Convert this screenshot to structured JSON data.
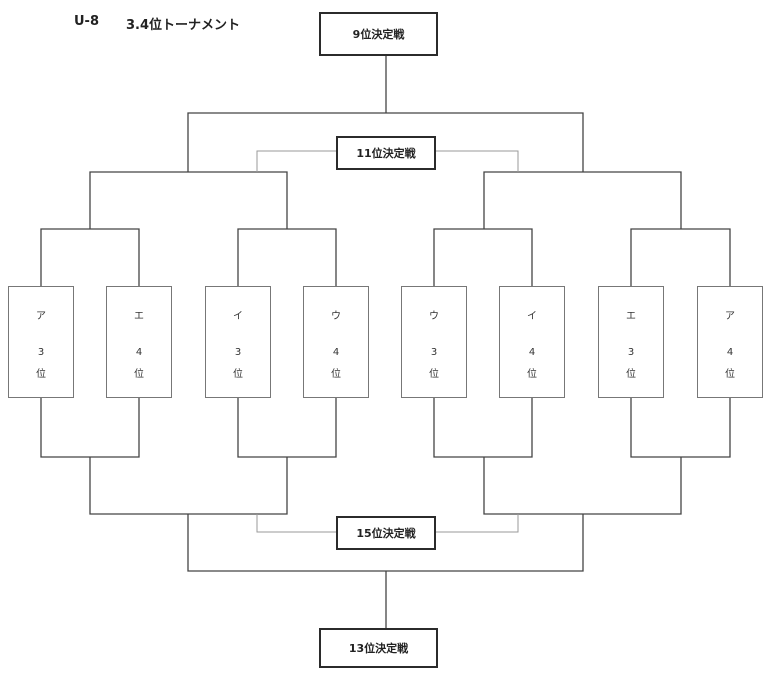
{
  "header": {
    "code": "U-8",
    "name": "3.4位トーナメント"
  },
  "matches": {
    "top": "9位決定戦",
    "upper_middle": "11位決定戦",
    "lower_middle": "15位決定戦",
    "bottom": "13位決定戦"
  },
  "teams": [
    {
      "name": "ア",
      "rank": "3",
      "suffix": "位"
    },
    {
      "name": "エ",
      "rank": "4",
      "suffix": "位"
    },
    {
      "name": "イ",
      "rank": "3",
      "suffix": "位"
    },
    {
      "name": "ウ",
      "rank": "4",
      "suffix": "位"
    },
    {
      "name": "ウ",
      "rank": "3",
      "suffix": "位"
    },
    {
      "name": "イ",
      "rank": "4",
      "suffix": "位"
    },
    {
      "name": "エ",
      "rank": "3",
      "suffix": "位"
    },
    {
      "name": "ア",
      "rank": "4",
      "suffix": "位"
    }
  ]
}
